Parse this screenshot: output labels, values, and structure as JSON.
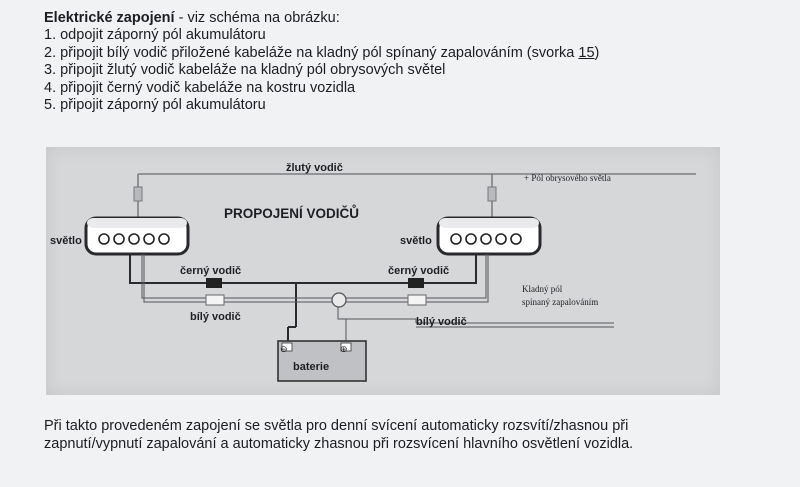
{
  "instructions": {
    "heading": "Elektrické zapojení",
    "heading_suffix": " - viz schéma na obrázku:",
    "steps": [
      "1. odpojit záporný pól akumulátoru",
      "2. připojit bílý vodič přiložené kabeláže na kladný pól spínaný zapalováním (svorka ",
      "3. připojit žlutý vodič kabeláže na kladný pól obrysových světel",
      "4. připojit černý vodič kabeláže na kostru vozidla",
      "5. připojit záporný pól akumulátoru"
    ],
    "step2_terminal": "15",
    "step2_close": ")"
  },
  "diagram": {
    "title": "PROPOJENÍ VODIČŮ",
    "yellow_wire": "žlutý vodič",
    "parking_light_positive": "+ Pól obrysového světla",
    "light_left": "světlo",
    "light_right": "světlo",
    "black_wire_left": "černý vodič",
    "black_wire_right": "černý vodič",
    "white_wire_left": "bílý vodič",
    "white_wire_right": "bílý vodič",
    "ignition_positive_line1": "Kladný pól",
    "ignition_positive_line2": "spínaný zapalováním",
    "battery": "baterie",
    "battery_minus": "⊖",
    "battery_plus": "⊕"
  },
  "footer": {
    "line1": "Při takto provedeném zapojení se světla pro denní svícení automaticky rozsvítí/zhasnou při",
    "line2": "zapnutí/vypnutí zapalování a automaticky zhasnou při rozsvícení hlavního osvětlení vozidla."
  }
}
